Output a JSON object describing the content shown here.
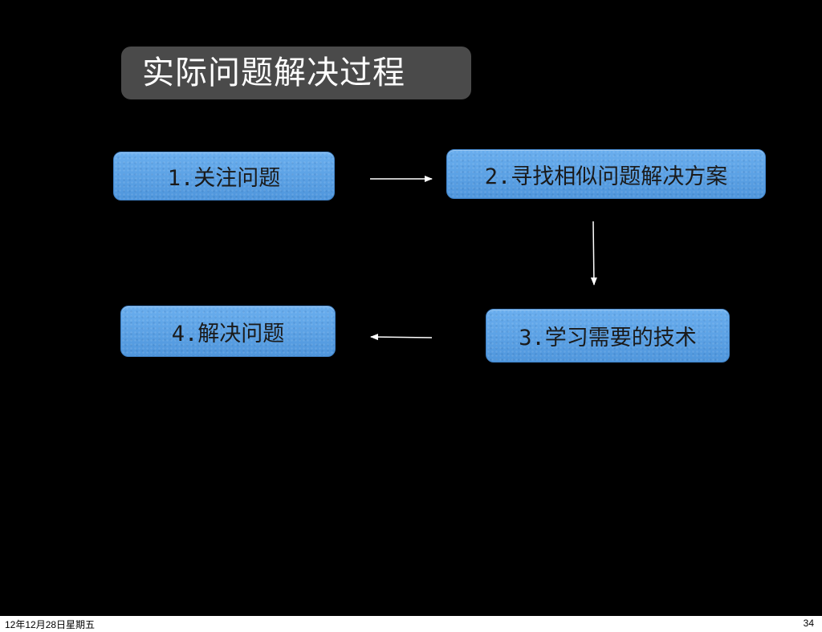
{
  "title": "实际问题解决过程",
  "nodes": {
    "step1": "1.关注问题",
    "step2": "2.寻找相似问题解决方案",
    "step3": "3.学习需要的技术",
    "step4": "4.解决问题"
  },
  "footer": {
    "date": "12年12月28日星期五",
    "page": "34"
  },
  "colors": {
    "slide_background": "#000000",
    "title_box": "#4a4a4a",
    "node_fill": "#5fa3e6",
    "arrow": "#ffffff"
  }
}
